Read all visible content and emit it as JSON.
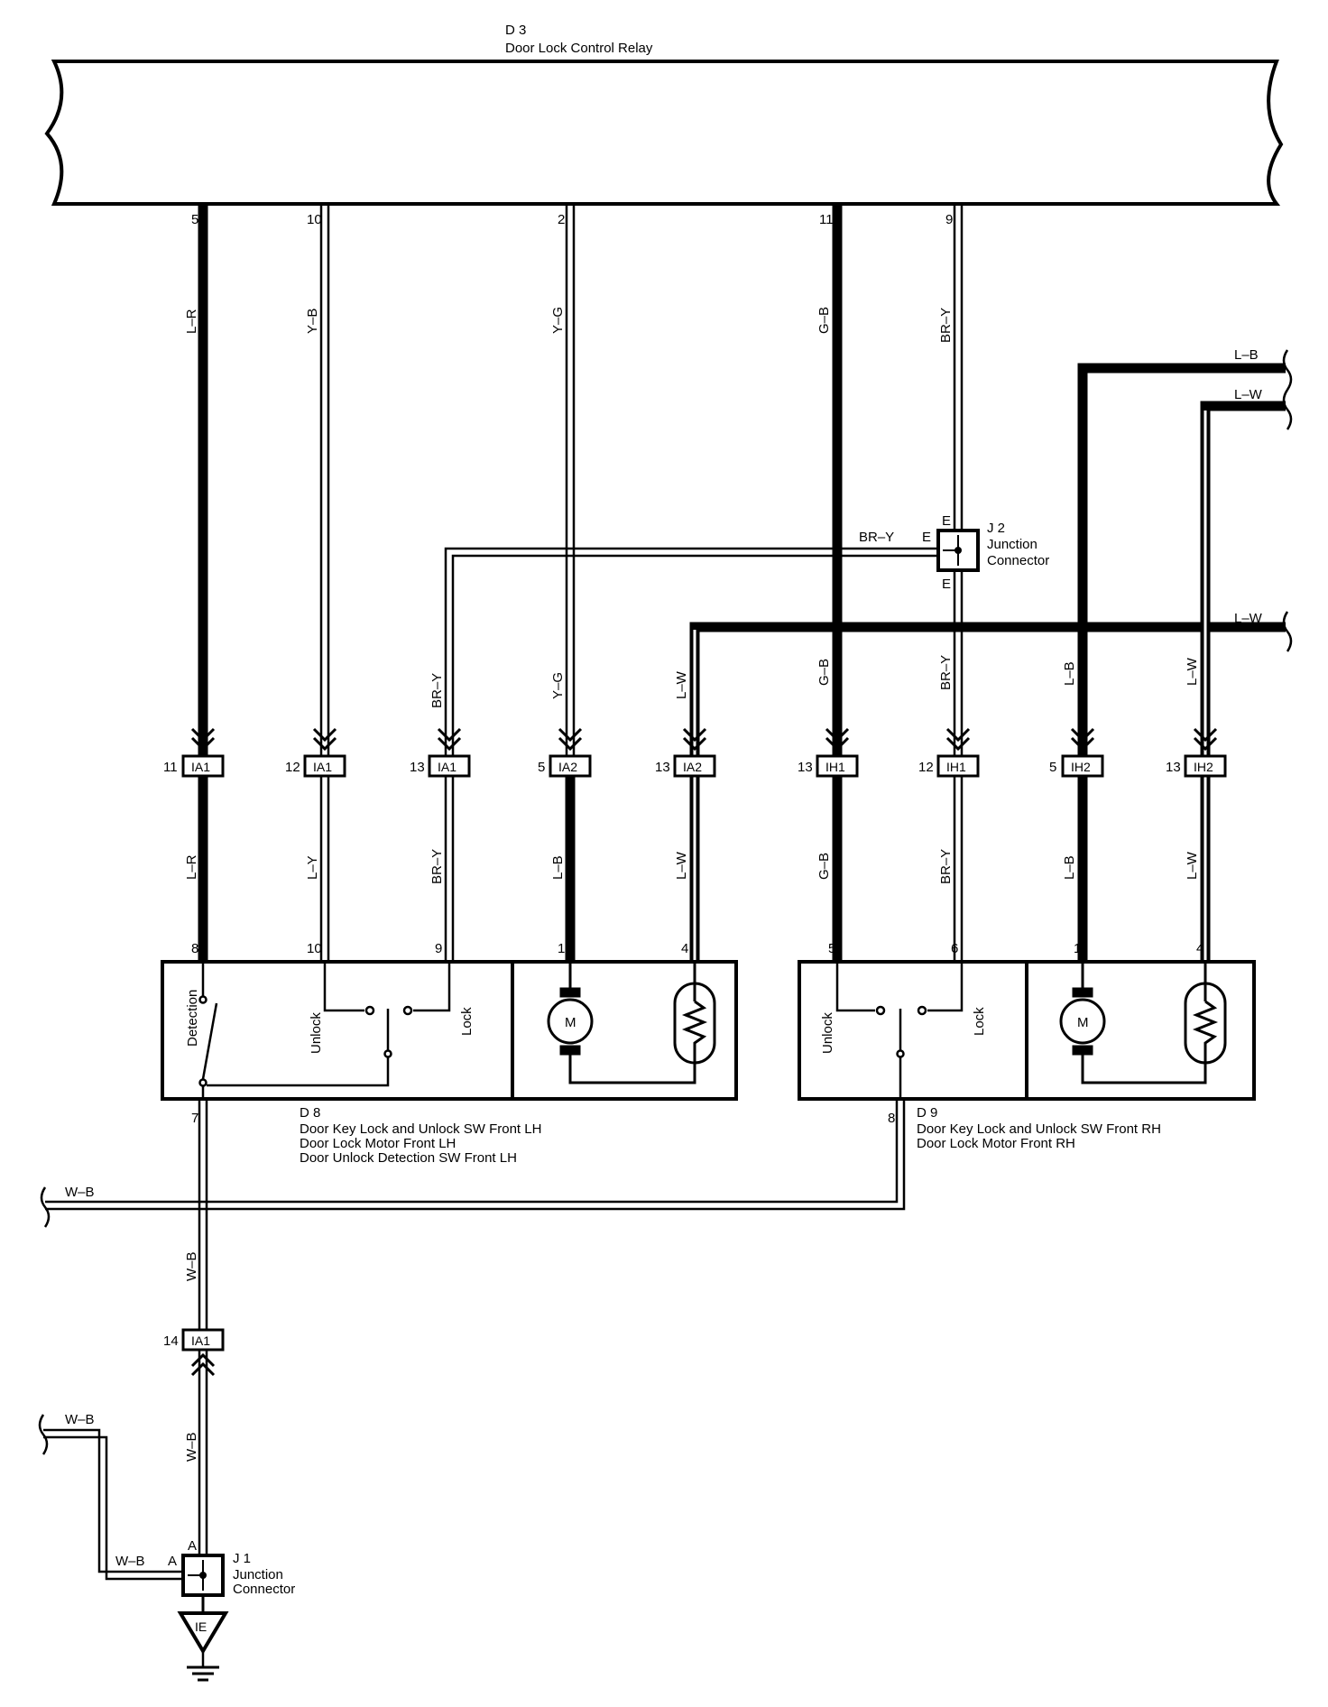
{
  "relay": {
    "code": "D 3",
    "name": "Door Lock Control Relay"
  },
  "relay_pins": {
    "p5": "5",
    "p10": "10",
    "p2": "2",
    "p11": "11",
    "p9": "9"
  },
  "wires": {
    "lr": "L–R",
    "yb": "Y–B",
    "yg": "Y–G",
    "gb": "G–B",
    "bry": "BR–Y",
    "lb": "L–B",
    "lw": "L–W",
    "ly": "L–Y",
    "wb": "W–B"
  },
  "j2": {
    "code": "J 2",
    "name_line1": "Junction",
    "name_line2": "Connector",
    "pin": "E"
  },
  "inline_connectors": [
    {
      "pin": "11",
      "code": "IA1"
    },
    {
      "pin": "12",
      "code": "IA1"
    },
    {
      "pin": "13",
      "code": "IA1"
    },
    {
      "pin": "5",
      "code": "IA2"
    },
    {
      "pin": "13",
      "code": "IA2"
    },
    {
      "pin": "13",
      "code": "IH1"
    },
    {
      "pin": "12",
      "code": "IH1"
    },
    {
      "pin": "5",
      "code": "IH2"
    },
    {
      "pin": "13",
      "code": "IH2"
    }
  ],
  "d8": {
    "code": "D 8",
    "line1": "Door Key Lock and Unlock SW Front LH",
    "line2": "Door Lock Motor Front LH",
    "line3": "Door Unlock Detection SW Front LH",
    "pins": {
      "p8": "8",
      "p10": "10",
      "p9": "9",
      "p1": "1",
      "p4": "4",
      "p7": "7"
    },
    "labels": {
      "detection": "Detection",
      "unlock": "Unlock",
      "lock": "Lock",
      "motor": "M"
    }
  },
  "d9": {
    "code": "D 9",
    "line1": "Door Key Lock and Unlock SW Front RH",
    "line2": "Door Lock Motor Front RH",
    "pins": {
      "p5": "5",
      "p6": "6",
      "p1": "1",
      "p4": "4",
      "p8": "8"
    },
    "labels": {
      "unlock": "Unlock",
      "lock": "Lock",
      "motor": "M"
    }
  },
  "ia1_bottom": {
    "pin": "14",
    "code": "IA1"
  },
  "j1": {
    "code": "J 1",
    "name_line1": "Junction",
    "name_line2": "Connector",
    "pin": "A"
  },
  "ground": {
    "code": "IE"
  }
}
